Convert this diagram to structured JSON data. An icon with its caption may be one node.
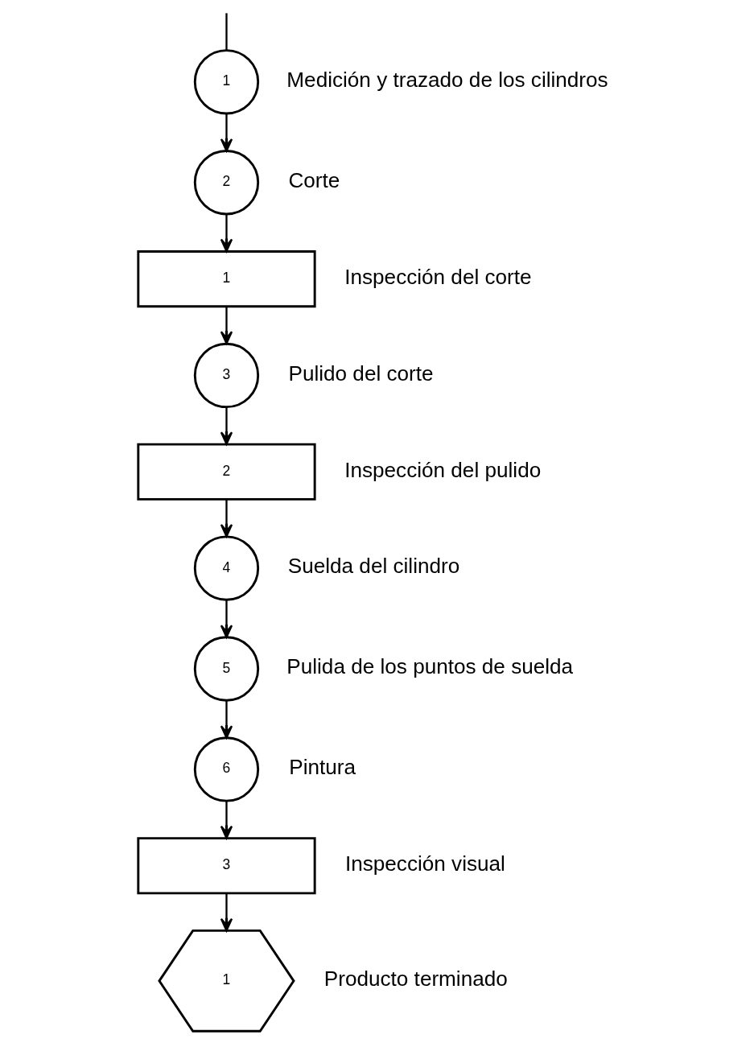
{
  "diagram": {
    "nodes": [
      {
        "text": [
          "1"
        ],
        "beside": [
          "Medición y trazado de los cilindros"
        ]
      },
      {
        "text": [
          "2"
        ],
        "beside": [
          "Corte"
        ]
      },
      {
        "text": [
          "1"
        ],
        "beside": [
          "Inspección del corte"
        ]
      },
      {
        "text": [
          "3"
        ],
        "beside": [
          "Pulido del corte"
        ]
      },
      {
        "text": [
          "2"
        ],
        "beside": [
          "Inspección del pulido"
        ]
      },
      {
        "text": [
          "4"
        ],
        "beside": [
          "Suelda del cilindro"
        ]
      },
      {
        "text": [
          "5"
        ],
        "beside": [
          "Pulida de los puntos de suelda"
        ]
      },
      {
        "text": [
          "6"
        ],
        "beside": [
          "Pintura"
        ]
      },
      {
        "text": [
          "3"
        ],
        "beside": [
          "Inspección visual"
        ]
      },
      {
        "text": [
          "1"
        ],
        "beside": [
          "Producto terminado"
        ]
      }
    ],
    "edges": [
      {
        "from": null,
        "to": 0,
        "arrow": "none"
      },
      {
        "from": 0,
        "to": 1,
        "arrow": "to"
      },
      {
        "from": 1,
        "to": 2,
        "arrow": "to"
      },
      {
        "from": 2,
        "to": 3,
        "arrow": "to"
      },
      {
        "from": 3,
        "to": 4,
        "arrow": "to"
      },
      {
        "from": 4,
        "to": 5,
        "arrow": "to"
      },
      {
        "from": 5,
        "to": 6,
        "arrow": "to"
      },
      {
        "from": 6,
        "to": 7,
        "arrow": "to"
      },
      {
        "from": 7,
        "to": 8,
        "arrow": "to"
      },
      {
        "from": 8,
        "to": 9,
        "arrow": "to"
      }
    ]
  }
}
